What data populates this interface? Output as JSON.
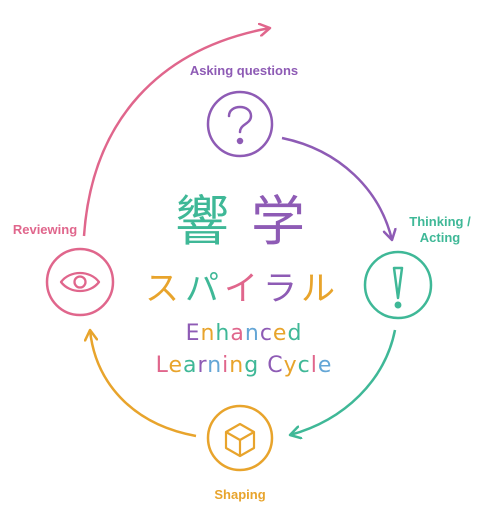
{
  "title": {
    "kanji": [
      "響",
      "学"
    ],
    "kana": [
      "ス",
      "パ",
      "イ",
      "ラ",
      "ル"
    ],
    "subtitle_line1": [
      "E",
      "n",
      "h",
      "a",
      "n",
      "c",
      "e",
      "d"
    ],
    "subtitle_line2": [
      "L",
      "e",
      "a",
      "r",
      "n",
      "i",
      "n",
      "g",
      " ",
      "C",
      "y",
      "c",
      "l",
      "e"
    ]
  },
  "stages": {
    "asking": {
      "label": "Asking questions",
      "icon": "question-mark-icon",
      "color": "#8e5bb5"
    },
    "thinking": {
      "label_line1": "Thinking /",
      "label_line2": "Acting",
      "icon": "exclamation-icon",
      "color": "#3fb897"
    },
    "shaping": {
      "label": "Shaping",
      "icon": "cube-icon",
      "color": "#e8a42c"
    },
    "reviewing": {
      "label": "Reviewing",
      "icon": "eye-icon",
      "color": "#e0668c"
    }
  },
  "palette": [
    "#e0668c",
    "#3fb897",
    "#8e5bb5",
    "#e8a42c",
    "#64a6d6",
    "#c0c0c0"
  ]
}
